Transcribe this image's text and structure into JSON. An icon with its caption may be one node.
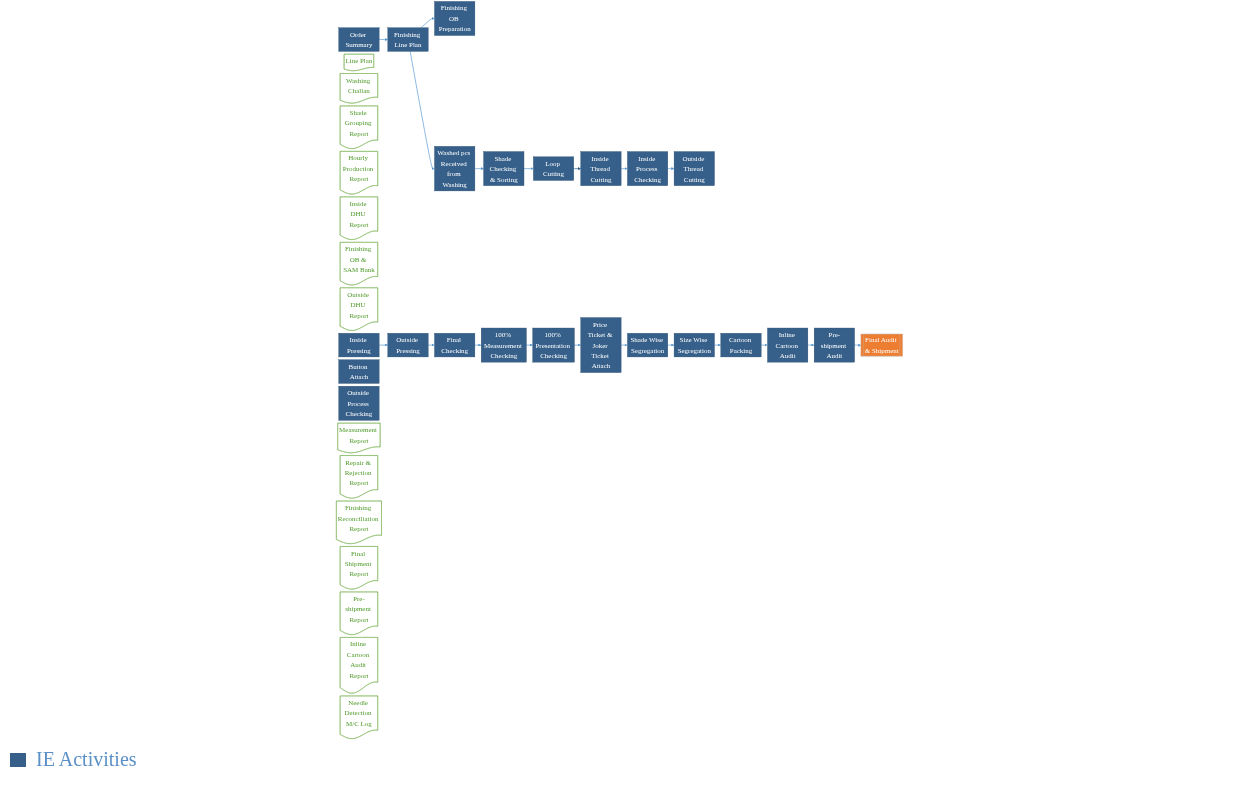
{
  "diagram": {
    "nodes": [
      {
        "text": [
          "Order Summary"
        ]
      },
      {
        "text": [
          "Finishing Line Plan"
        ]
      },
      {
        "text": [
          "Line Plan"
        ]
      },
      {
        "text": [
          "Washing Challan"
        ]
      },
      {
        "text": [
          "Shade Grouping Report"
        ]
      },
      {
        "text": [
          "Hourly Production Report"
        ]
      },
      {
        "text": [
          "Inside DHU Report"
        ]
      },
      {
        "text": [
          "Finishing OB Preparation"
        ]
      },
      {
        "text": [
          "Washed pcs Received from Washing"
        ]
      },
      {
        "text": [
          "Shade Checking & Sorting"
        ]
      },
      {
        "text": [
          "Loop Cutting"
        ]
      },
      {
        "text": [
          "Inside Thread Cutting"
        ]
      },
      {
        "text": [
          "Inside Process Checking"
        ]
      },
      {
        "text": [
          "Finishing OB & SAM Bank"
        ]
      },
      {
        "text": [
          "Outside DHU Report"
        ]
      },
      {
        "text": [
          "Outside Pressing"
        ]
      },
      {
        "text": [
          "Inside Pressing"
        ]
      },
      {
        "text": [
          "Button Attach"
        ]
      },
      {
        "text": [
          "Outside Process Checking"
        ]
      },
      {
        "text": [
          "Outside Thread Cutting"
        ]
      },
      {
        "text": [
          "Measurement Report"
        ]
      },
      {
        "text": [
          "Repair & Rejection Report"
        ]
      },
      {
        "text": [
          "Final Checking"
        ]
      },
      {
        "text": [
          "100% Measurement Checking"
        ]
      },
      {
        "text": [
          "100% Presentation Checking"
        ]
      },
      {
        "text": [
          "Price Ticket & Joker Ticket Attach"
        ]
      },
      {
        "text": [
          "Shade Wise Segregation"
        ]
      },
      {
        "text": [
          "Finishing Reconciliation Report"
        ]
      },
      {
        "text": [
          "Final Shipment Report"
        ]
      },
      {
        "text": [
          "Pre-shipment Report"
        ]
      },
      {
        "text": [
          "Inline Cartoon Audit Report"
        ]
      },
      {
        "text": [
          "Needle Detection M/C Log"
        ]
      },
      {
        "text": [
          "Final Audit & Shipment"
        ]
      },
      {
        "text": [
          "Pre-shipment Audit"
        ]
      },
      {
        "text": [
          "Inline Cartoon Audit"
        ]
      },
      {
        "text": [
          "Cartoon Packing"
        ]
      },
      {
        "text": [
          "Size Wise Segregation"
        ]
      }
    ],
    "edges": [
      {
        "from": 0,
        "to": 1,
        "arrow": "to"
      },
      {
        "from": 1,
        "to": 7,
        "arrow": "to"
      },
      {
        "from": 1,
        "to": 8,
        "arrow": "to"
      },
      {
        "from": 8,
        "to": 9,
        "arrow": "to"
      },
      {
        "from": 9,
        "to": 10,
        "arrow": "to"
      },
      {
        "from": 10,
        "to": 11,
        "arrow": "to",
        "color": "#2e5f8a"
      },
      {
        "from": 11,
        "to": 12,
        "arrow": "to"
      },
      {
        "from": 12,
        "to": 19,
        "arrow": "to"
      },
      {
        "from": 16,
        "to": 15,
        "arrow": "to"
      },
      {
        "from": 15,
        "to": 22,
        "arrow": "to"
      },
      {
        "from": 22,
        "to": 23,
        "arrow": "to"
      },
      {
        "from": 23,
        "to": 24,
        "arrow": "to"
      },
      {
        "from": 24,
        "to": 25,
        "arrow": "to"
      },
      {
        "from": 25,
        "to": 26,
        "arrow": "to"
      },
      {
        "from": 26,
        "to": 36,
        "arrow": "to"
      },
      {
        "from": 36,
        "to": 35,
        "arrow": "to"
      },
      {
        "from": 35,
        "to": 34,
        "arrow": "to"
      },
      {
        "from": 34,
        "to": 33,
        "arrow": "to"
      },
      {
        "from": 33,
        "to": 32,
        "arrow": "to"
      }
    ],
    "legend": [
      {
        "text": "IE Activities",
        "color": "#36608a"
      }
    ]
  }
}
